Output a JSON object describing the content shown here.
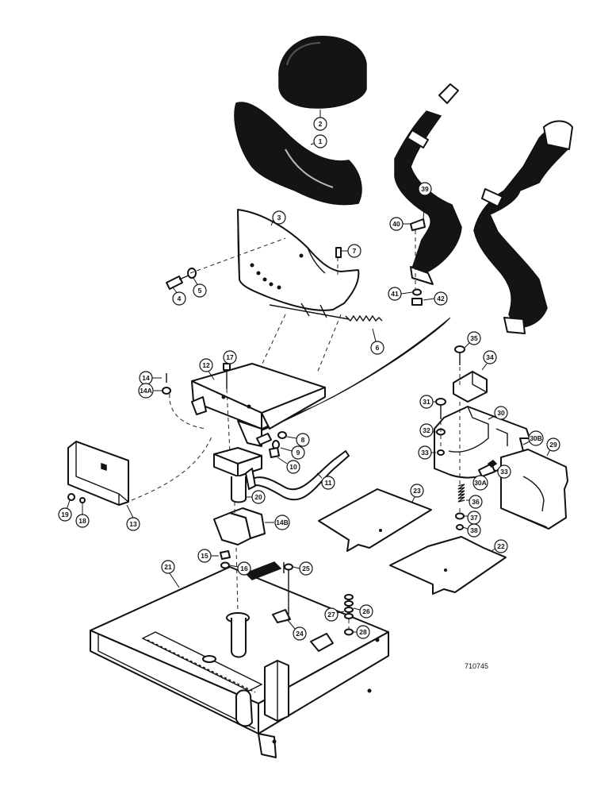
{
  "drawing_number": "710745",
  "callouts": [
    "1",
    "2",
    "3",
    "4",
    "5",
    "6",
    "7",
    "8",
    "9",
    "10",
    "11",
    "12",
    "13",
    "14",
    "14A",
    "14B",
    "15",
    "16",
    "17",
    "18",
    "19",
    "20",
    "21",
    "22",
    "23",
    "24",
    "25",
    "26",
    "27",
    "28",
    "29",
    "30",
    "30A",
    "30B",
    "31",
    "32",
    "33",
    "33",
    "34",
    "35",
    "36",
    "37",
    "38",
    "39",
    "40",
    "41",
    "42"
  ]
}
